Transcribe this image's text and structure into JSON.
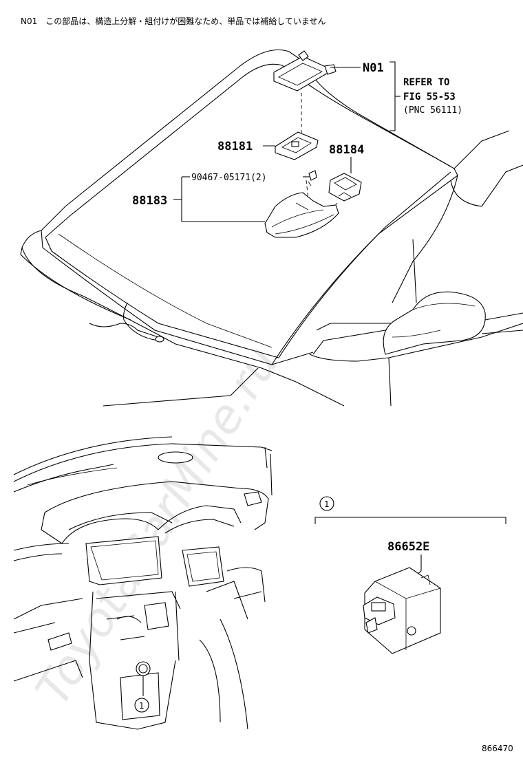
{
  "note": "N01　この部品は、構造上分解・組付けが困難なため、単品では補給していません",
  "labels": {
    "n01": "N01",
    "refer_line1": "REFER TO",
    "refer_line2": "FIG 55-53",
    "refer_line3": "(PNC 56111)",
    "p88181": "88181",
    "p88184": "88184",
    "p90467": "90467-05171(2)",
    "p88183": "88183",
    "p86652e": "86652E",
    "callout_top": "1",
    "callout_bottom": "1"
  },
  "figure_number": "866470",
  "watermark": "ToyotaCarMine.ru"
}
